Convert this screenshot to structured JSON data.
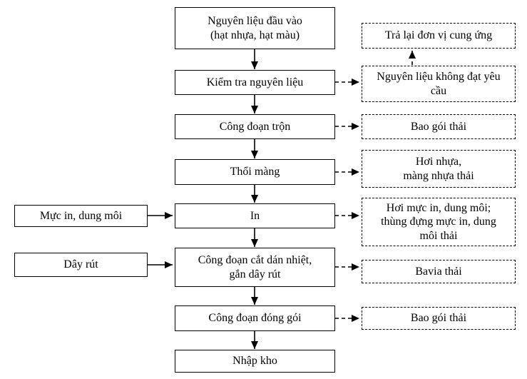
{
  "diagram": {
    "type": "flowchart",
    "colors": {
      "line": "#000000",
      "box_background": "#ffffff",
      "text": "#000000"
    },
    "main_flow": [
      {
        "label": "Nguyên liệu đầu vào\n(hạt nhựa, hạt màu)"
      },
      {
        "label": "Kiểm tra nguyên liệu"
      },
      {
        "label": "Công đoạn trộn"
      },
      {
        "label": "Thổi màng"
      },
      {
        "label": "In"
      },
      {
        "label": "Công đoạn cắt dán nhiệt,\ngắn dây rút"
      },
      {
        "label": "Công đoạn đóng gói"
      },
      {
        "label": "Nhập kho"
      }
    ],
    "inputs": [
      {
        "label": "Mực in, dung môi"
      },
      {
        "label": "Dây rút"
      }
    ],
    "outputs": [
      {
        "label": "Trả lại đơn vị cung ứng"
      },
      {
        "label": "Nguyên liệu không đạt yêu\ncầu"
      },
      {
        "label": "Bao gói thải"
      },
      {
        "label": "Hơi nhựa,\nmàng nhựa thải"
      },
      {
        "label": "Hơi mực in, dung môi;\nthùng đựng mực in, dung\nmôi thải"
      },
      {
        "label": "Bavia thải"
      },
      {
        "label": "Bao gói thải"
      }
    ]
  }
}
